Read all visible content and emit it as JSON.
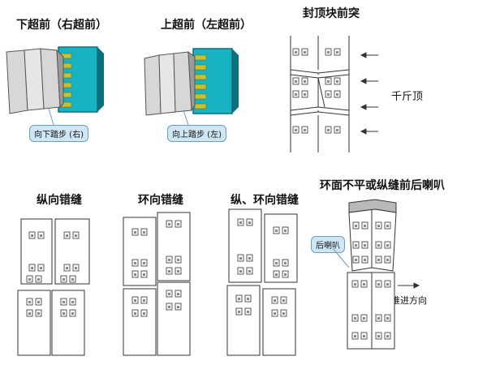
{
  "titles": {
    "down_overcut": "下超前（右超前）",
    "up_overcut": "上超前（左超前）",
    "key_block_protrude": "封顶块前突",
    "longitudinal_misalign": "纵向错缝",
    "circumferential_misalign": "环向错缝",
    "both_misalign": "纵、环向错缝",
    "uneven_ring_face": "环面不平或纵缝前后喇叭"
  },
  "labels": {
    "jack": "千斤顶",
    "step_down_right": "向下踏步 (右)",
    "step_up_left": "向上踏步 (左)",
    "rear_flare": "后喇叭",
    "advance_direction": "推进方向"
  },
  "colors": {
    "shield_teal": "#18b3c3",
    "shield_dark": "#0b6f7c",
    "segment_gray": "#d7d7d7",
    "callout_fill": "#cfe7f5",
    "bolt_green": "#c7c232"
  }
}
